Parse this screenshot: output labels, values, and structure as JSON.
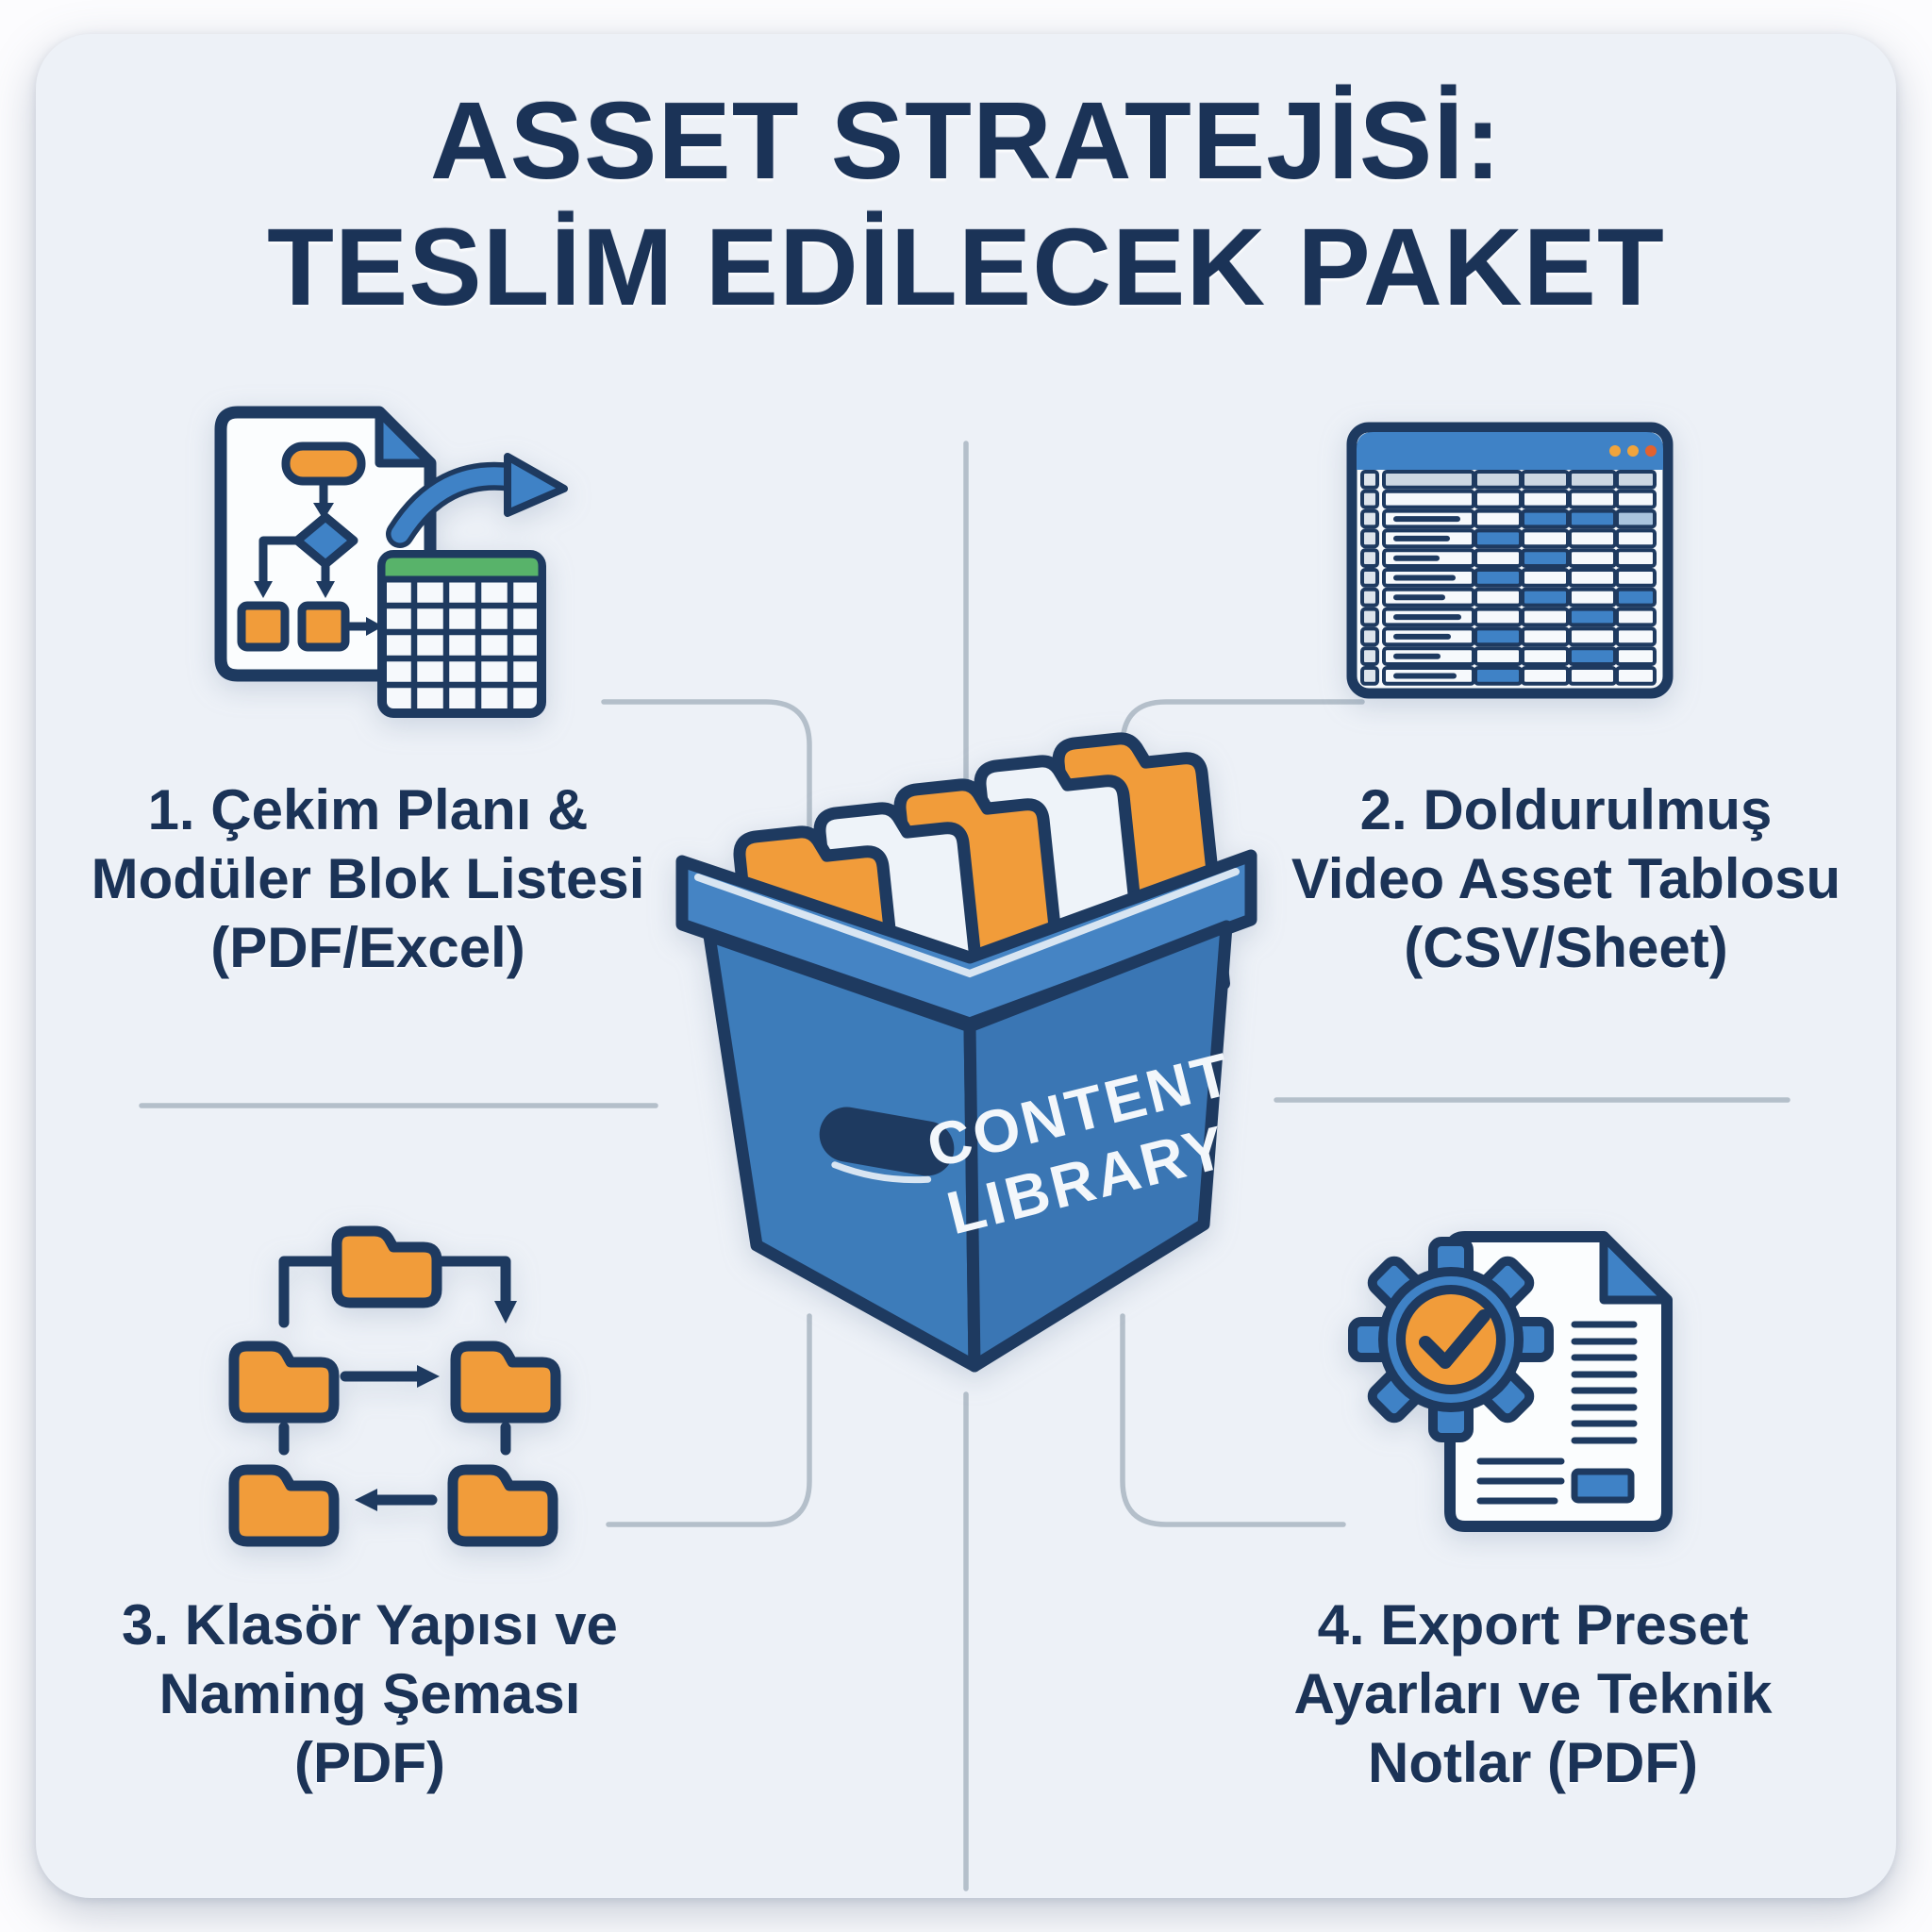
{
  "title": {
    "line1": "ASSET STRATEJİSİ:",
    "line2": "TESLİM EDİLECEK PAKET"
  },
  "box_label": {
    "line1": "CONTENT",
    "line2": "LIBRARY"
  },
  "items": [
    {
      "icon": "flowchart-to-spreadsheet-icon",
      "lines": [
        "1. Çekim Planı &",
        "Modüler Blok Listesi",
        "(PDF/Excel)"
      ]
    },
    {
      "icon": "data-table-window-icon",
      "lines": [
        "2. Doldurulmuş",
        "Video Asset Tablosu",
        "(CSV/Sheet)"
      ]
    },
    {
      "icon": "folder-structure-icon",
      "lines": [
        "3. Klasör Yapısı ve",
        "Naming Şeması",
        "(PDF)"
      ]
    },
    {
      "icon": "gear-check-document-icon",
      "lines": [
        "4. Export Preset",
        "Ayarları ve Teknik",
        "Notlar (PDF)"
      ]
    }
  ],
  "spreadsheet_icon": {
    "rows": 11,
    "cols": 5,
    "blue_cells": [
      [
        3,
        3
      ],
      [
        3,
        4
      ],
      [
        4,
        2
      ],
      [
        5,
        3
      ],
      [
        6,
        2
      ],
      [
        7,
        3
      ],
      [
        7,
        5
      ],
      [
        8,
        4
      ],
      [
        9,
        2
      ],
      [
        10,
        4
      ],
      [
        11,
        2
      ]
    ],
    "light_blue_cells": [
      [
        3,
        5
      ]
    ],
    "dash_rows": [
      3,
      4,
      5,
      6,
      7,
      8,
      9,
      10,
      11
    ]
  },
  "colors": {
    "navy": "#1e3a60",
    "text_navy": "#1b3357",
    "orange": "#f19c3a",
    "blue": "#3f82c6",
    "light_blue": "#a9c4de",
    "box_blue_left": "#3d7cba",
    "box_blue_right": "#3a76b4",
    "rim_blue": "#4584c4",
    "green": "#58b36a",
    "connector": "#b4bfca",
    "card_bg": "#edf1f7",
    "page_bg": "#fcfcfe",
    "dot_orange": "#f0a43c",
    "dot_red": "#e2622f",
    "white_folder": "#eef3f9",
    "cell_bg": "#f6f9fc",
    "header_row": "#ccd7e2",
    "label_col": "#dde4ec"
  }
}
